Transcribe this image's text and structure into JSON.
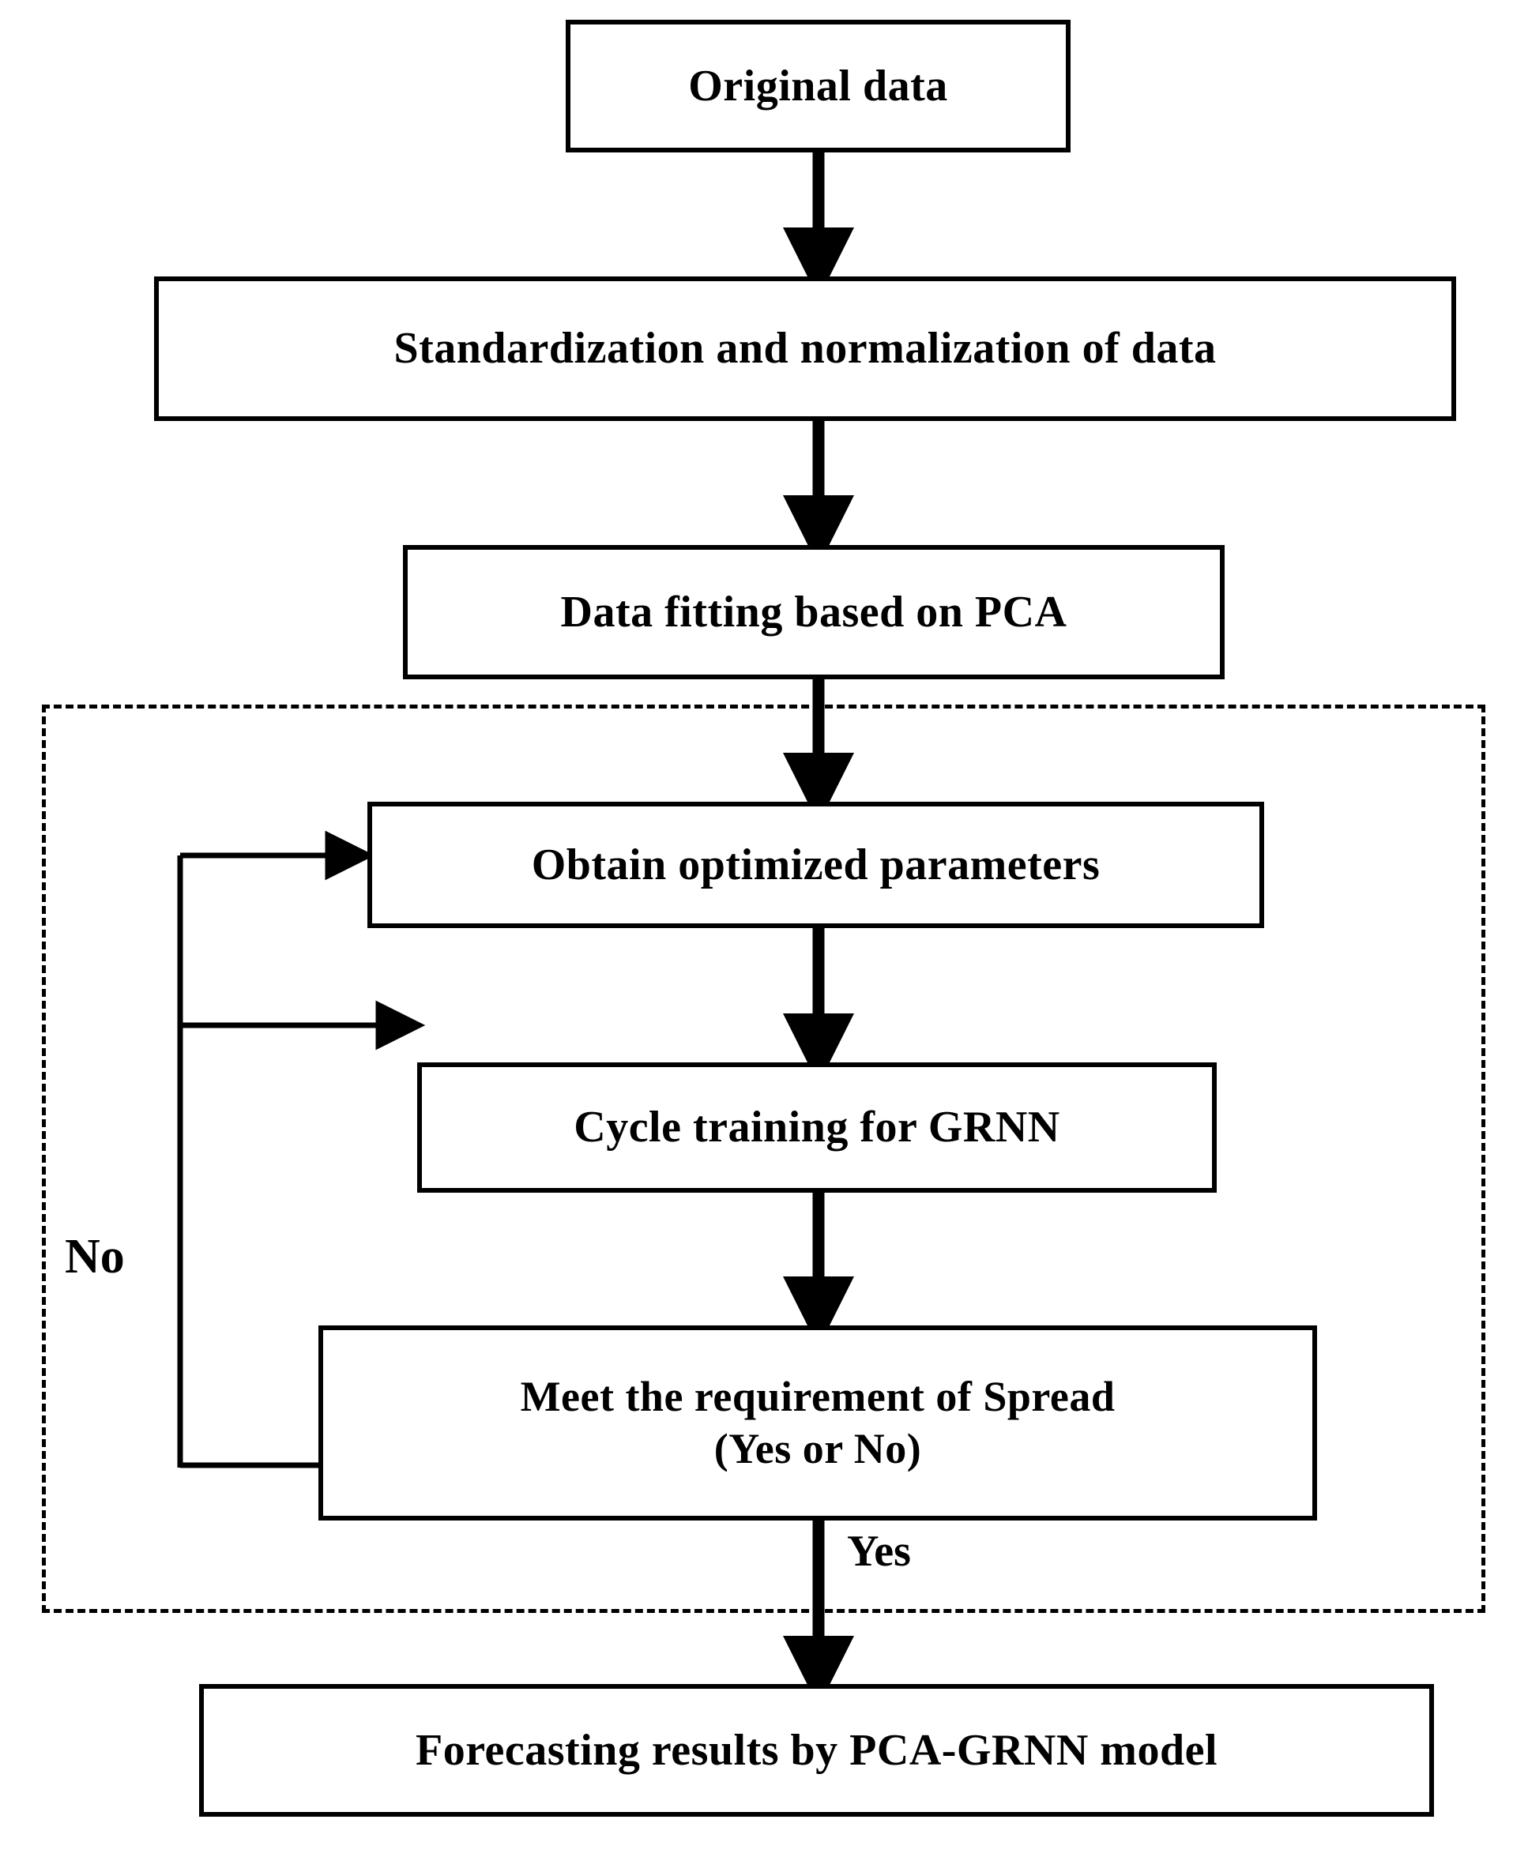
{
  "diagram": {
    "type": "flowchart",
    "orientation": "top-to-bottom",
    "background_color": "#ffffff",
    "line_color": "#000000",
    "nodes": [
      {
        "id": "original",
        "label": "Original  data",
        "shape": "rectangle"
      },
      {
        "id": "standardization",
        "label": "Standardization  and  normalization  of data",
        "shape": "rectangle"
      },
      {
        "id": "pca_fitting",
        "label": "Data fitting  based on PCA",
        "shape": "rectangle"
      },
      {
        "id": "obtain_params",
        "label": "Obtain  optimized  parameters",
        "shape": "rectangle"
      },
      {
        "id": "cycle_training",
        "label": "Cycle training  for  GRNN",
        "shape": "rectangle"
      },
      {
        "id": "meet_req",
        "label": "Meet the requirement  of Spread\n(Yes or No)",
        "shape": "rectangle"
      },
      {
        "id": "forecast",
        "label": "Forecasting results by PCA-GRNN model",
        "shape": "rectangle"
      }
    ],
    "edges": [
      {
        "from": "original",
        "to": "standardization",
        "label": "",
        "style": "solid-arrow"
      },
      {
        "from": "standardization",
        "to": "pca_fitting",
        "label": "",
        "style": "solid-arrow"
      },
      {
        "from": "pca_fitting",
        "to": "obtain_params",
        "label": "",
        "style": "solid-arrow"
      },
      {
        "from": "obtain_params",
        "to": "cycle_training",
        "label": "",
        "style": "solid-arrow"
      },
      {
        "from": "cycle_training",
        "to": "meet_req",
        "label": "",
        "style": "solid-arrow"
      },
      {
        "from": "meet_req",
        "to": "forecast",
        "label": "Yes",
        "style": "solid-arrow"
      },
      {
        "from": "meet_req",
        "to": "obtain_params",
        "label": "No",
        "style": "feedback-arrow"
      },
      {
        "from": "meet_req",
        "to": "cycle_training",
        "label": "No",
        "style": "feedback-arrow"
      }
    ],
    "groups": [
      {
        "id": "loop_region",
        "style": "dashed-rectangle",
        "label": "",
        "members": [
          "obtain_params",
          "cycle_training",
          "meet_req"
        ]
      }
    ],
    "edge_labels": {
      "no": "No",
      "yes": "Yes"
    }
  }
}
